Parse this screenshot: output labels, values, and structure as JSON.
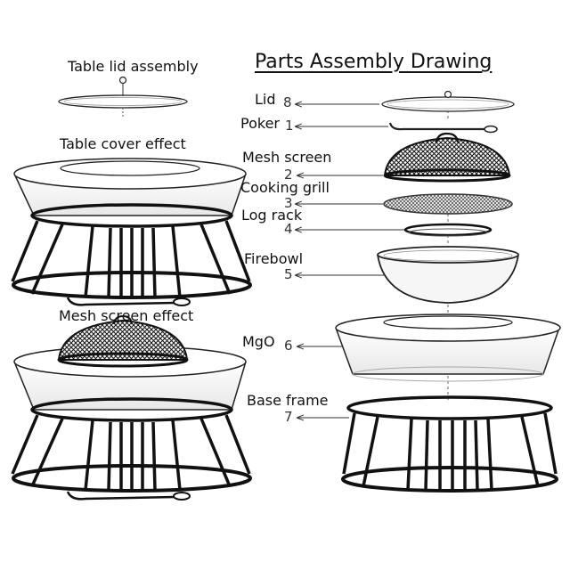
{
  "title": "Parts Assembly Drawing",
  "views": {
    "table_lid": "Table lid assembly",
    "table_cover": "Table cover effect",
    "mesh_screen": "Mesh screen effect"
  },
  "parts": [
    {
      "number": "8",
      "name": "Lid"
    },
    {
      "number": "1",
      "name": "Poker"
    },
    {
      "number": "2",
      "name": "Mesh screen"
    },
    {
      "number": "3",
      "name": "Cooking grill"
    },
    {
      "number": "4",
      "name": "Log rack"
    },
    {
      "number": "5",
      "name": "Firebowl"
    },
    {
      "number": "6",
      "name": "MgO"
    },
    {
      "number": "7",
      "name": "Base frame"
    }
  ]
}
